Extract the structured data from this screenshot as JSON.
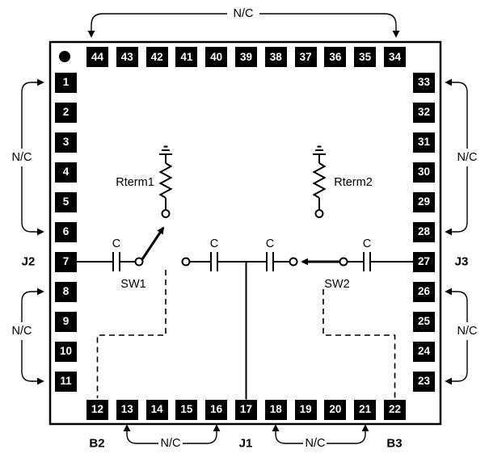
{
  "pins": {
    "top": [
      "44",
      "43",
      "42",
      "41",
      "40",
      "39",
      "38",
      "37",
      "36",
      "35",
      "34"
    ],
    "left": [
      "1",
      "2",
      "3",
      "4",
      "5",
      "6",
      "7",
      "8",
      "9",
      "10",
      "11"
    ],
    "bottom": [
      "12",
      "13",
      "14",
      "15",
      "16",
      "17",
      "18",
      "19",
      "20",
      "21",
      "22"
    ],
    "right": [
      "33",
      "32",
      "31",
      "30",
      "29",
      "28",
      "27",
      "26",
      "25",
      "24",
      "23"
    ]
  },
  "labels": {
    "nc": "N/C",
    "cap": "C",
    "j1": "J1",
    "j2": "J2",
    "j3": "J3",
    "b2": "B2",
    "b3": "B3",
    "sw1": "SW1",
    "sw2": "SW2",
    "rterm1": "Rterm1",
    "rterm2": "Rterm2"
  },
  "colors": {
    "pin_fill": "#000000",
    "pin_text": "#ffffff",
    "line": "#000000",
    "background": "#ffffff"
  }
}
